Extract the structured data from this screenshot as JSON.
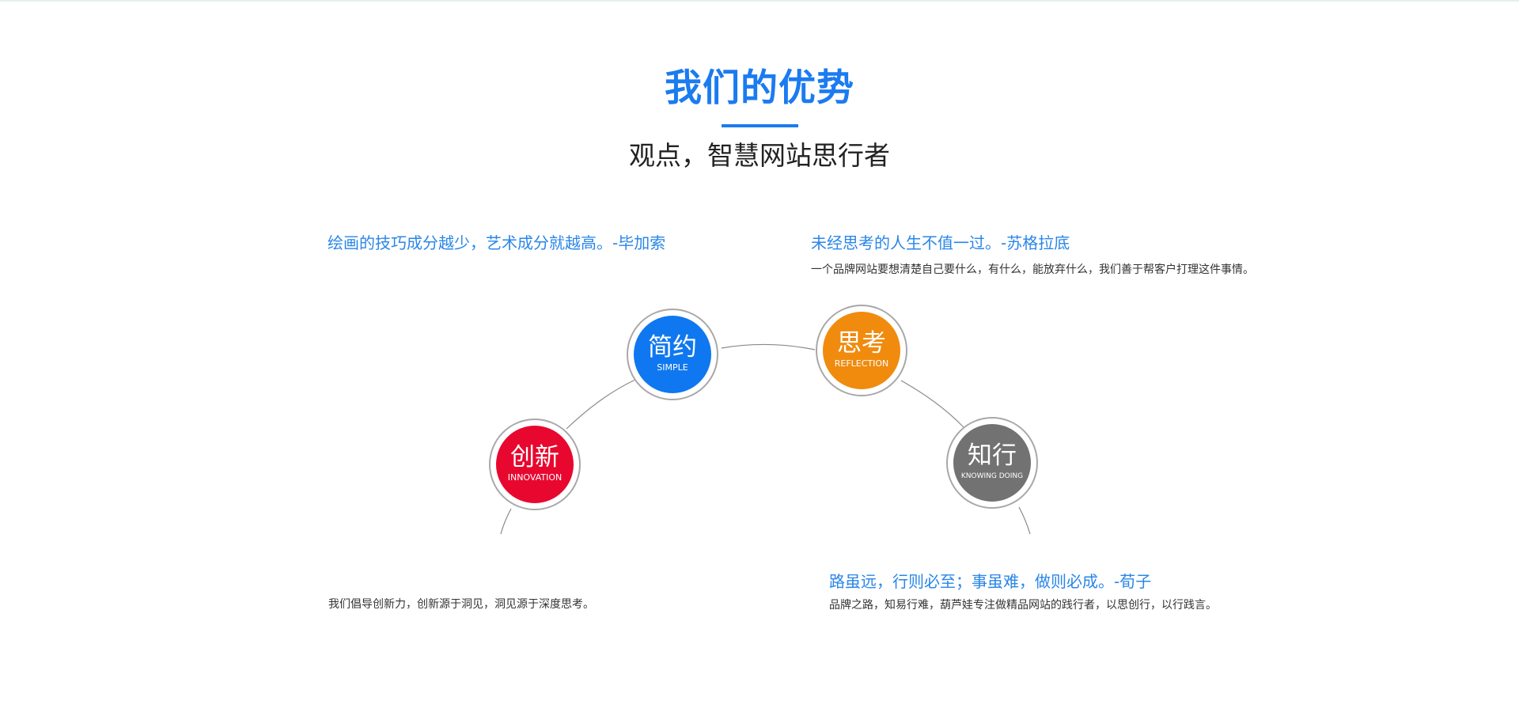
{
  "section": {
    "title": "我们的优势",
    "subtitle": "观点，智慧网站思行者"
  },
  "quotes": {
    "top_left": "绘画的技巧成分越少，艺术成分就越高。-毕加索",
    "top_right": "未经思考的人生不值一过。-苏格拉底",
    "top_right_desc": "一个品牌网站要想清楚自己要什么，有什么，能放弃什么，我们善于帮客户打理这件事情。",
    "bottom_left_desc": "我们倡导创新力，创新源于洞见，洞见源于深度思考。",
    "bottom_right": "路虽远，行则必至；事虽难，做则必成。-荀子",
    "bottom_right_desc": "品牌之路，知易行难，葫芦娃专注做精品网站的践行者，以思创行，以行践言。"
  },
  "nodes": {
    "innovation": {
      "cn": "创新",
      "en": "INNOVATION",
      "color": "#e8082f"
    },
    "simple": {
      "cn": "简约",
      "en": "SIMPLE",
      "color": "#0f78f0"
    },
    "reflection": {
      "cn": "思考",
      "en": "REFLECTION",
      "color": "#f08b0e"
    },
    "knowing": {
      "cn": "知行",
      "en": "KNOWING DOING",
      "color": "#727272"
    }
  },
  "colors": {
    "accent": "#1b7bf0",
    "quote": "#2a86e8",
    "arc": "#8a8a8a"
  }
}
